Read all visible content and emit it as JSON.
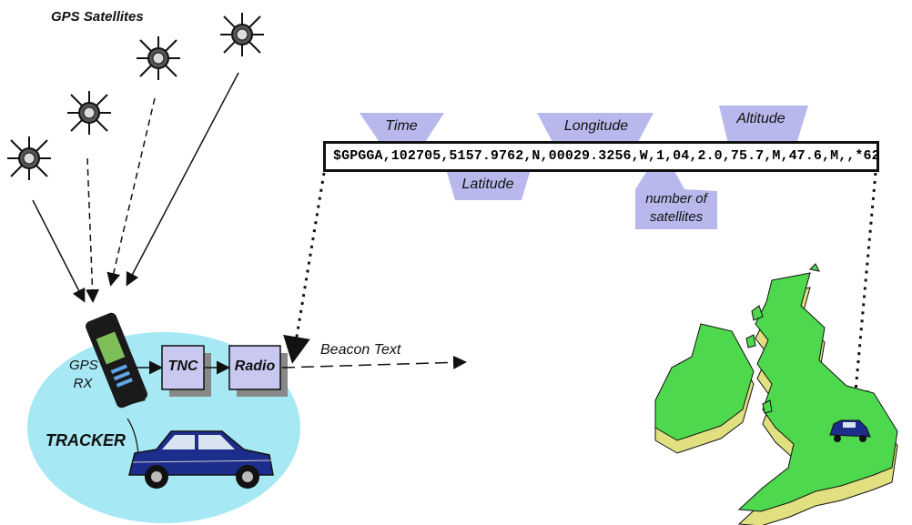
{
  "diagram": {
    "satellites_label": "GPS Satellites",
    "nmea_sentence": "$GPGGA,102705,5157.9762,N,00029.3256,W,1,04,2.0,75.7,M,47.6,M,,*62",
    "fields": {
      "time": "Time",
      "latitude": "Latitude",
      "longitude": "Longitude",
      "satellites_line1": "number of",
      "satellites_line2": "satellites",
      "altitude": "Altitude"
    },
    "tracker": {
      "label": "TRACKER",
      "gps_line1": "GPS",
      "gps_line2": "RX",
      "tnc": "TNC",
      "radio": "Radio"
    },
    "beacon_text": "Beacon Text"
  },
  "colors": {
    "highlight": "#b8b8ec",
    "tracker_bg": "#a6e8f3",
    "box_fill": "#c8c8f0",
    "map_green": "#4dd84d",
    "map_side": "#e0e080",
    "car_blue": "#1c2d8c"
  }
}
